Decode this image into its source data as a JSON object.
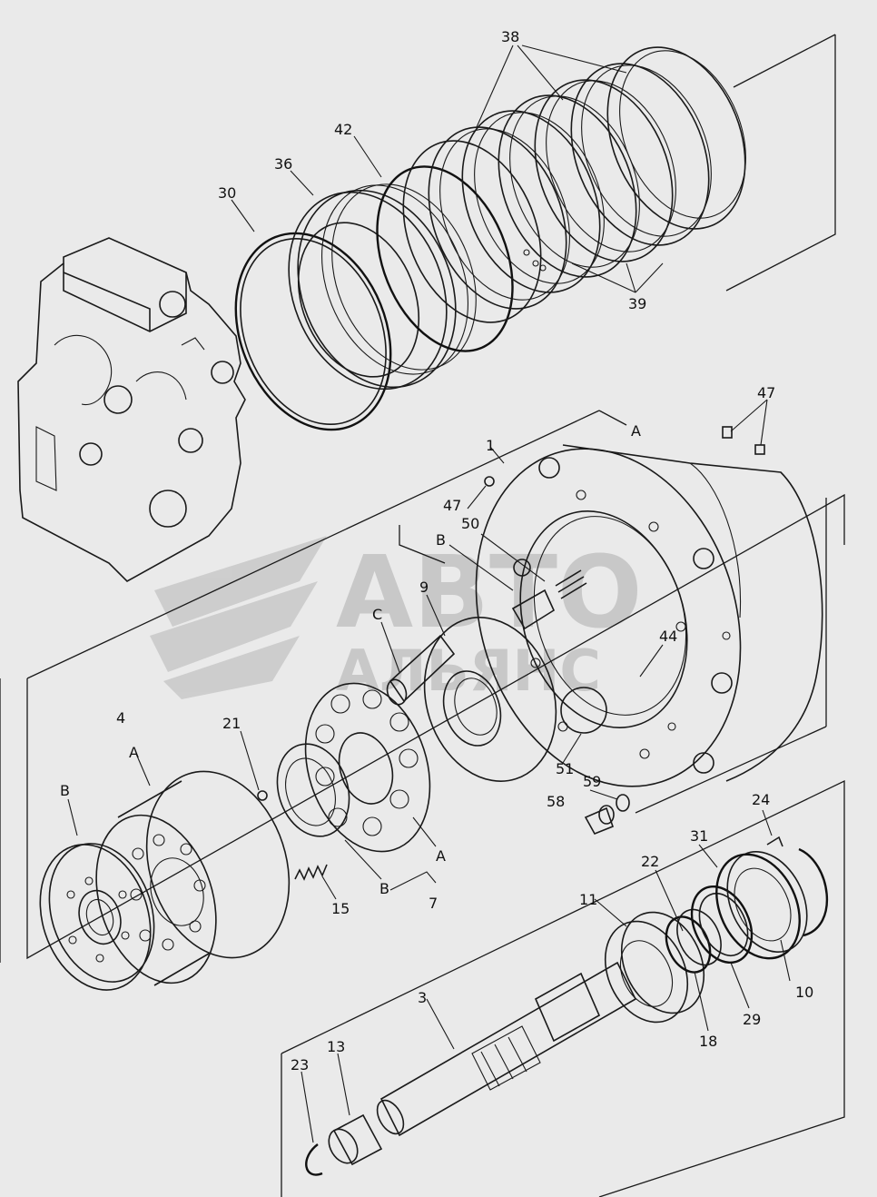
{
  "watermark": {
    "line1": "АВТО",
    "line2": "АЛЬЯНС"
  },
  "labels": [
    {
      "id": "38",
      "text": "38"
    },
    {
      "id": "42",
      "text": "42"
    },
    {
      "id": "36",
      "text": "36"
    },
    {
      "id": "30",
      "text": "30"
    },
    {
      "id": "39",
      "text": "39"
    },
    {
      "id": "47a",
      "text": "47"
    },
    {
      "id": "A1",
      "text": "A"
    },
    {
      "id": "1",
      "text": "1"
    },
    {
      "id": "47b",
      "text": "47"
    },
    {
      "id": "50",
      "text": "50"
    },
    {
      "id": "B1",
      "text": "B"
    },
    {
      "id": "9",
      "text": "9"
    },
    {
      "id": "C",
      "text": "C"
    },
    {
      "id": "44",
      "text": "44"
    },
    {
      "id": "51",
      "text": "51"
    },
    {
      "id": "59",
      "text": "59"
    },
    {
      "id": "58",
      "text": "58"
    },
    {
      "id": "4",
      "text": "4"
    },
    {
      "id": "A2",
      "text": "A"
    },
    {
      "id": "21",
      "text": "21"
    },
    {
      "id": "B2",
      "text": "B"
    },
    {
      "id": "A3",
      "text": "A"
    },
    {
      "id": "B3",
      "text": "B"
    },
    {
      "id": "7",
      "text": "7"
    },
    {
      "id": "15",
      "text": "15"
    },
    {
      "id": "24",
      "text": "24"
    },
    {
      "id": "31",
      "text": "31"
    },
    {
      "id": "22",
      "text": "22"
    },
    {
      "id": "11",
      "text": "11"
    },
    {
      "id": "10",
      "text": "10"
    },
    {
      "id": "29",
      "text": "29"
    },
    {
      "id": "18",
      "text": "18"
    },
    {
      "id": "3",
      "text": "3"
    },
    {
      "id": "13",
      "text": "13"
    },
    {
      "id": "23",
      "text": "23"
    }
  ]
}
